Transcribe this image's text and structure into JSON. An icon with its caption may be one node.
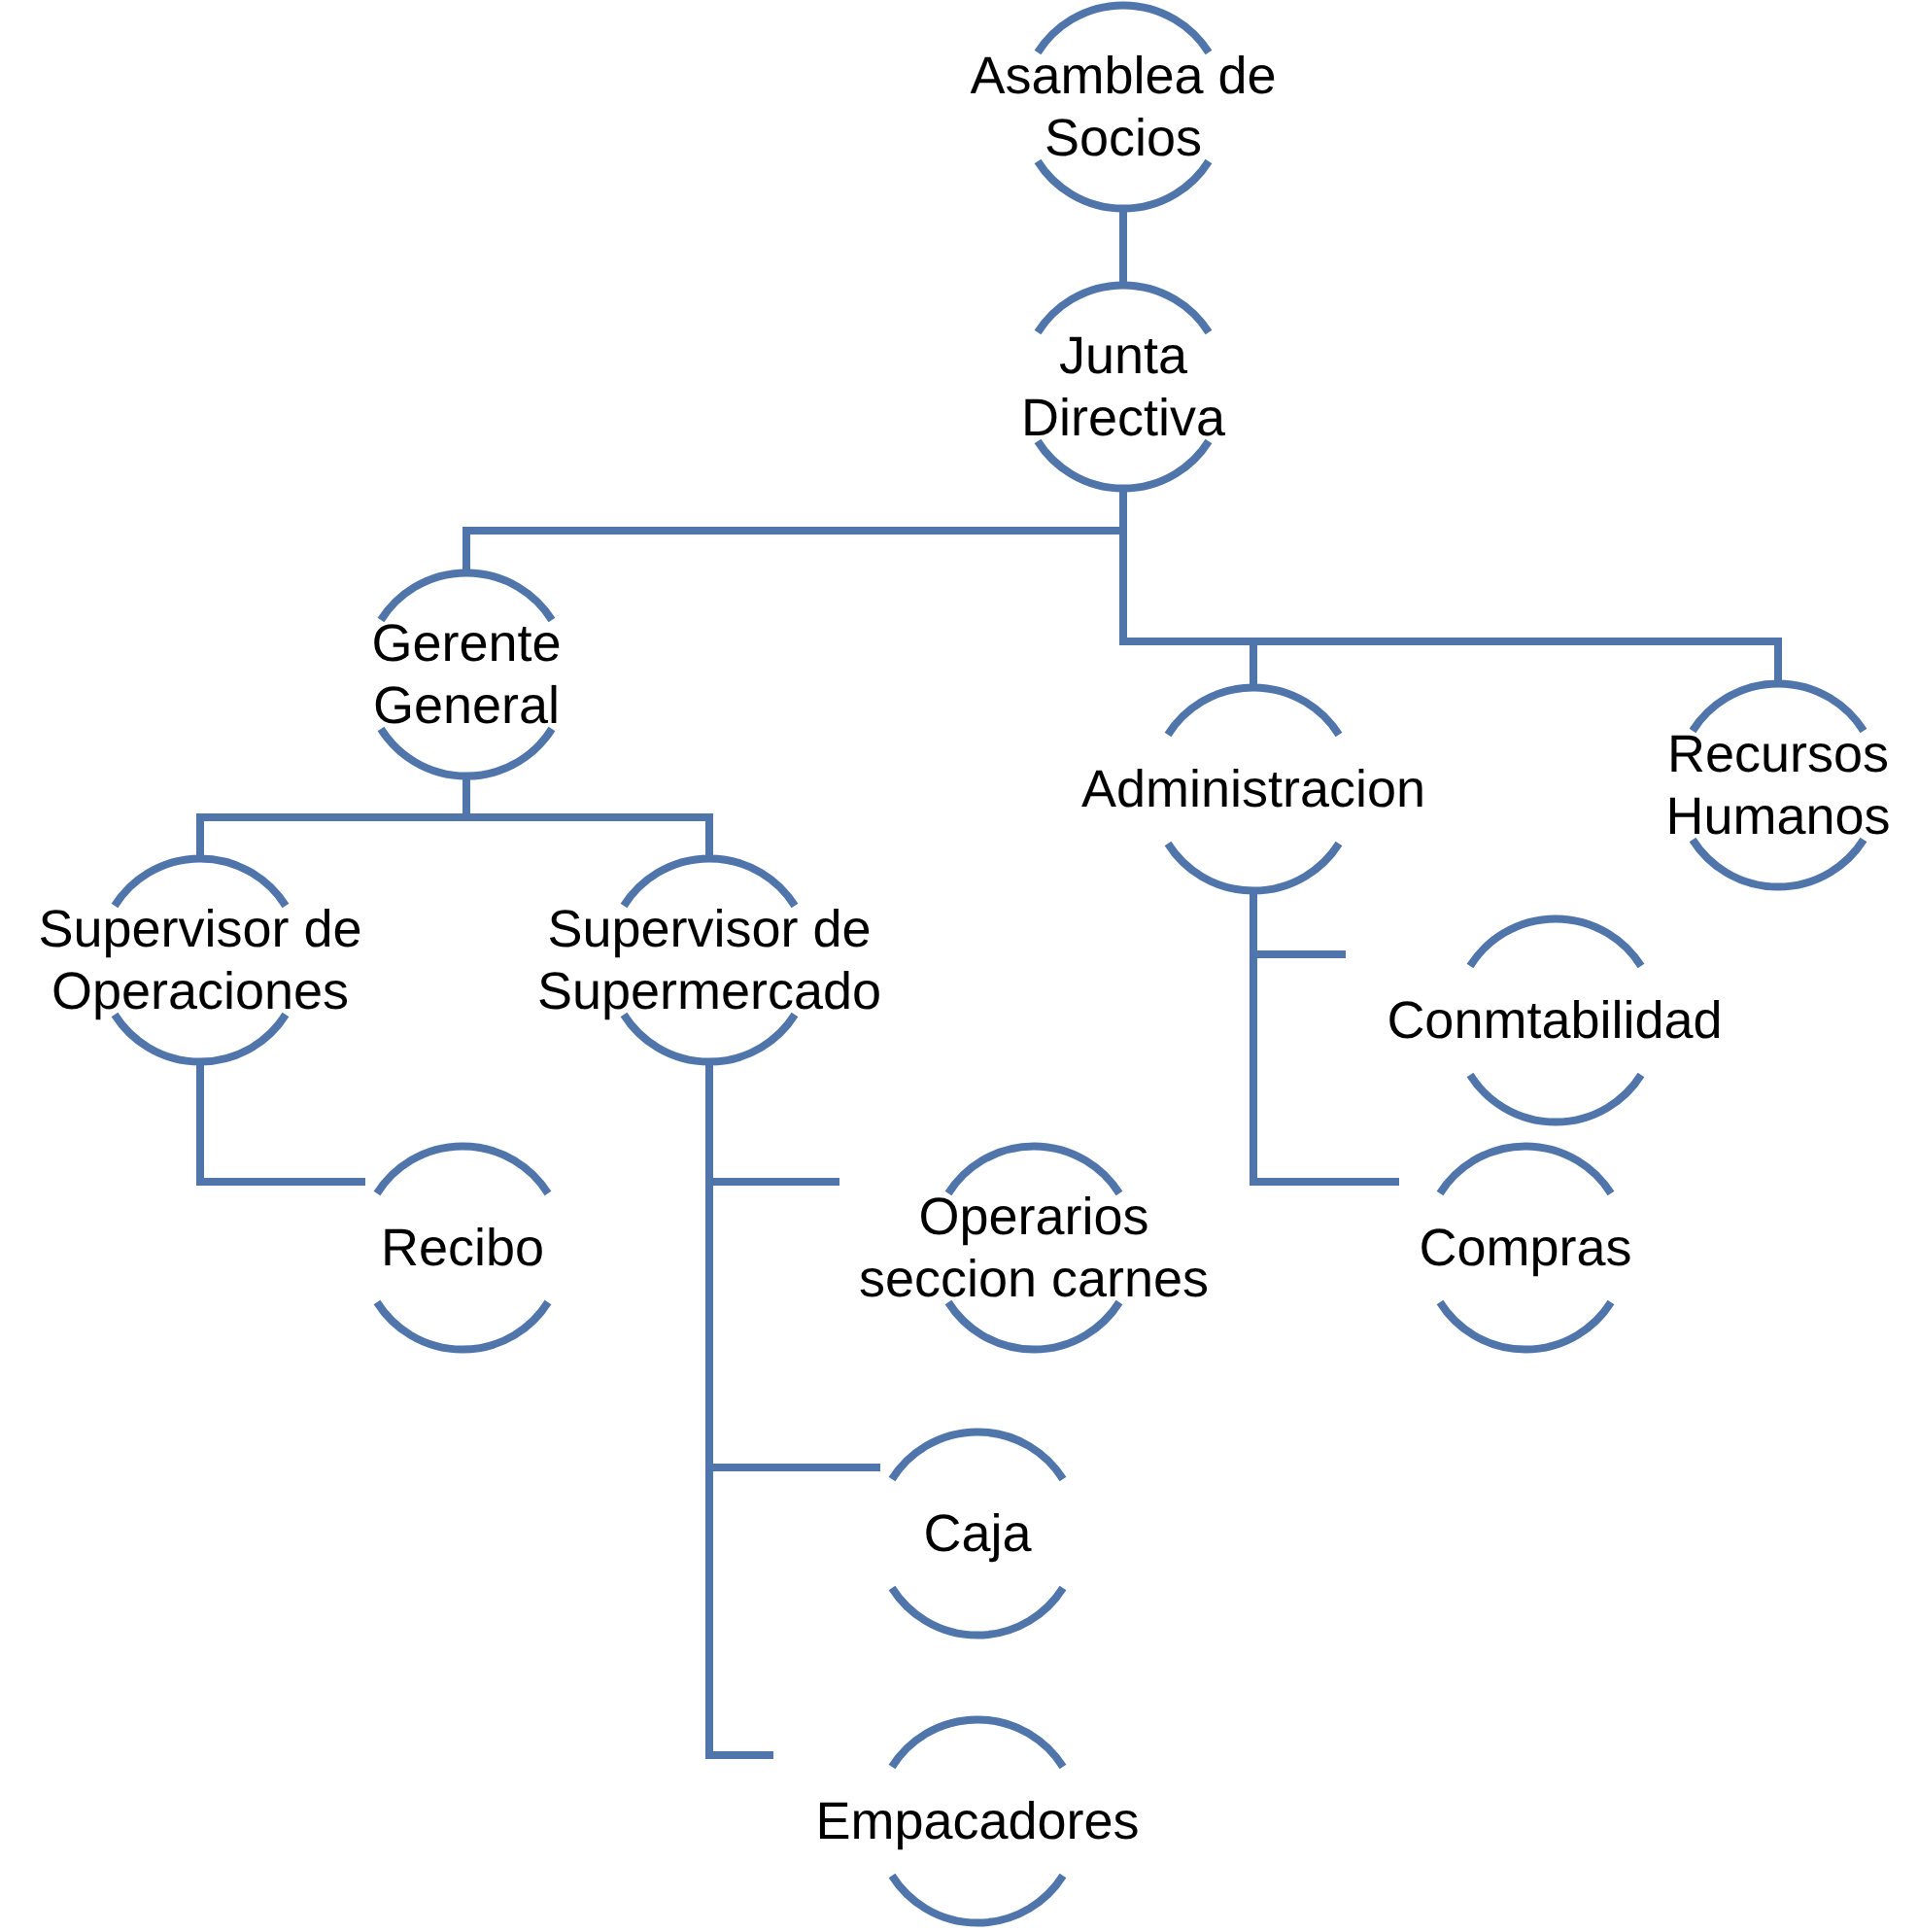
{
  "diagram": {
    "nodes": [
      {
        "text": [
          "Asamblea de Socios"
        ]
      },
      {
        "text": [
          "Junta Directiva"
        ]
      },
      {
        "text": [
          "Gerente General"
        ]
      },
      {
        "text": [
          "Administracion"
        ]
      },
      {
        "text": [
          "Recursos Humanos"
        ]
      },
      {
        "text": [
          "Supervisor de Operaciones"
        ]
      },
      {
        "text": [
          "Supervisor de Supermercado"
        ]
      },
      {
        "text": [
          "Recibo"
        ]
      },
      {
        "text": [
          "Operarios seccion carnes"
        ]
      },
      {
        "text": [
          "Caja"
        ]
      },
      {
        "text": [
          "Empacadores"
        ]
      },
      {
        "text": [
          "Conmtabilidad"
        ]
      },
      {
        "text": [
          "Compras"
        ]
      }
    ],
    "edges": [
      {
        "from": 0,
        "to": 1,
        "arrow": "none"
      },
      {
        "from": 1,
        "to": 2,
        "arrow": "none"
      },
      {
        "from": 1,
        "to": 3,
        "arrow": "none"
      },
      {
        "from": 1,
        "to": 4,
        "arrow": "none"
      },
      {
        "from": 2,
        "to": 5,
        "arrow": "none"
      },
      {
        "from": 2,
        "to": 6,
        "arrow": "none"
      },
      {
        "from": 5,
        "to": 7,
        "arrow": "none"
      },
      {
        "from": 6,
        "to": 8,
        "arrow": "none"
      },
      {
        "from": 6,
        "to": 9,
        "arrow": "none"
      },
      {
        "from": 6,
        "to": 10,
        "arrow": "none"
      },
      {
        "from": 3,
        "to": 11,
        "arrow": "none"
      },
      {
        "from": 3,
        "to": 12,
        "arrow": "none"
      }
    ]
  }
}
